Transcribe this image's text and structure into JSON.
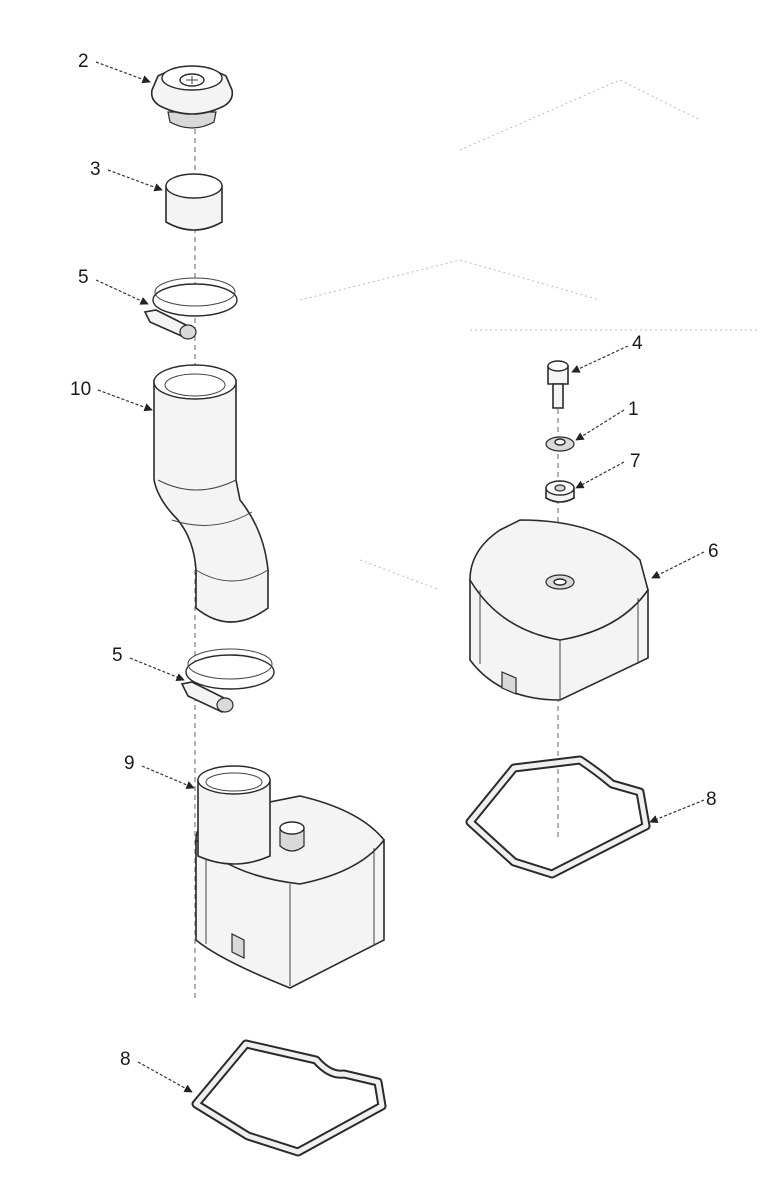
{
  "callouts": {
    "c2": "2",
    "c3": "3",
    "c5a": "5",
    "c10": "10",
    "c5b": "5",
    "c9": "9",
    "c8a": "8",
    "c4": "4",
    "c1": "1",
    "c7": "7",
    "c6": "6",
    "c8b": "8"
  }
}
